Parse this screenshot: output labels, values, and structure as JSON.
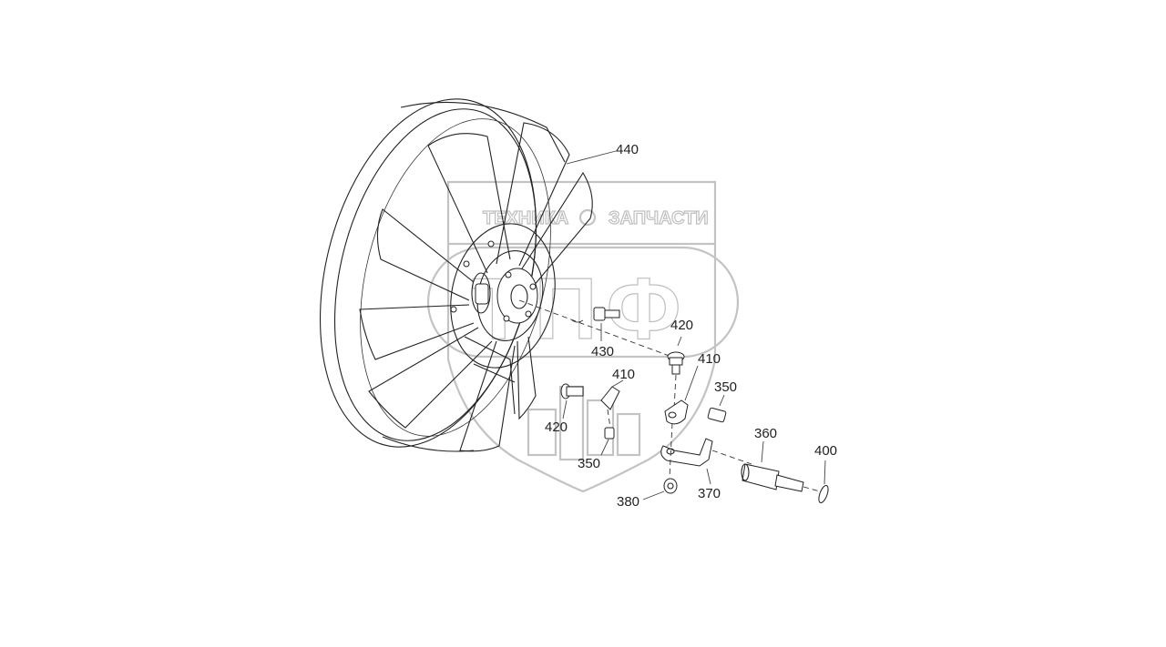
{
  "watermark": {
    "brand_left": "ТЕХНИКА",
    "brand_right": "ЗАПЧАСТИ",
    "monogram": "ТПФ",
    "color": "#bdbdbd"
  },
  "callouts": {
    "c440": "440",
    "c420_upper": "420",
    "c430": "430",
    "c410_right": "410",
    "c410_left": "410",
    "c350_right": "350",
    "c420_left": "420",
    "c350_left": "350",
    "c360": "360",
    "c400": "400",
    "c370": "370",
    "c380": "380"
  },
  "colors": {
    "line": "#222222",
    "background": "#ffffff"
  }
}
